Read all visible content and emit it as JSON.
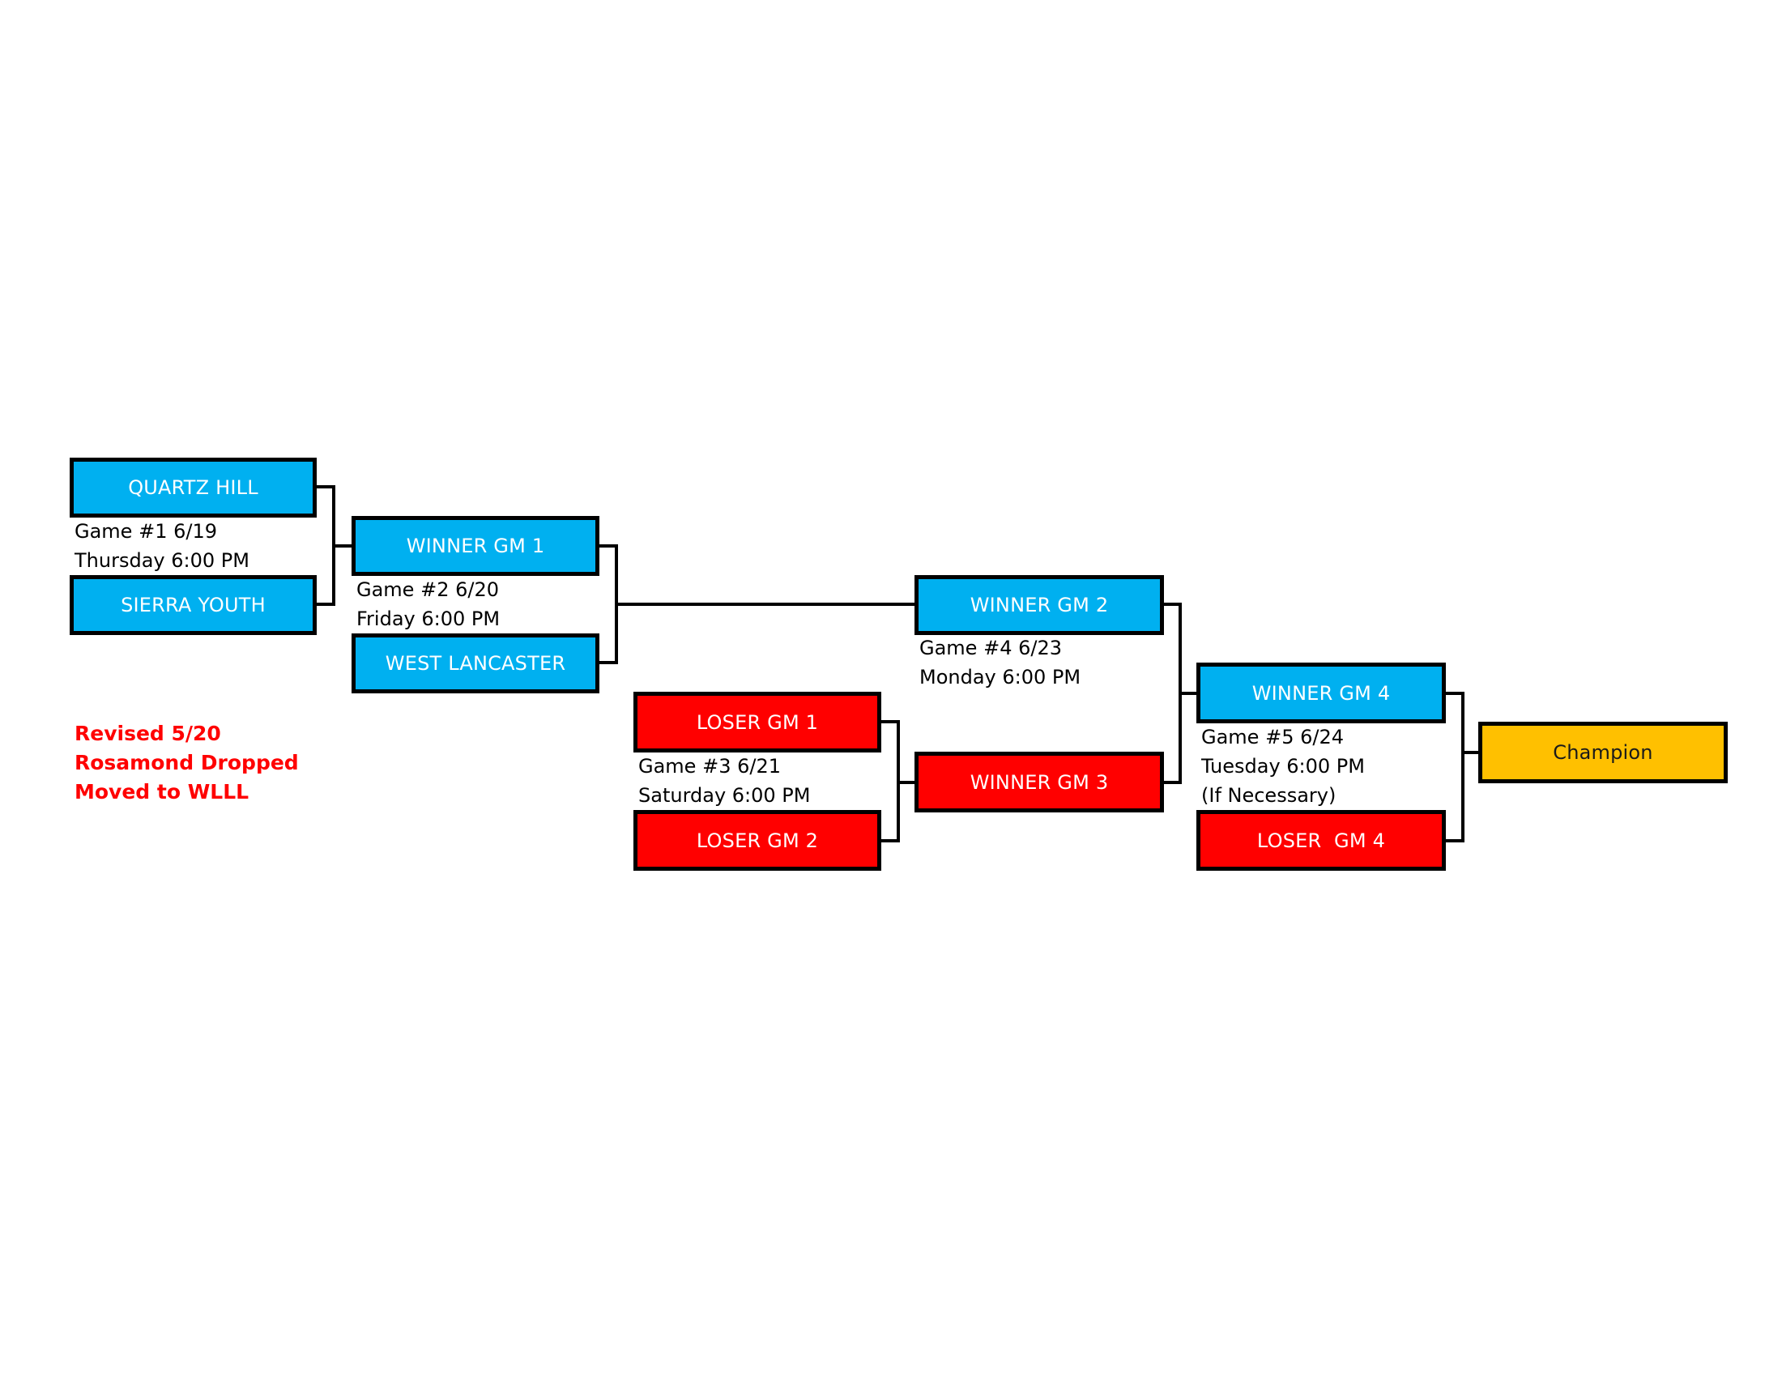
{
  "bracket": {
    "round1": {
      "team_top": "QUARTZ HILL",
      "team_bottom": "SIERRA YOUTH",
      "game_line1": "Game #1 6/19",
      "game_line2": "Thursday 6:00 PM"
    },
    "round2": {
      "team_top": "WINNER GM 1",
      "team_bottom": "WEST LANCASTER",
      "game_line1": "Game #2 6/20",
      "game_line2": "Friday 6:00 PM"
    },
    "losers_round": {
      "team_top": "LOSER GM 1",
      "team_bottom": "LOSER GM 2",
      "game_line1": "Game #3 6/21",
      "game_line2": "Saturday 6:00 PM"
    },
    "round4": {
      "team_top": "WINNER GM 2",
      "team_bottom": "WINNER GM 3",
      "game_line1": "Game #4 6/23",
      "game_line2": "Monday 6:00 PM"
    },
    "round5": {
      "team_top": "WINNER GM 4",
      "team_bottom": "LOSER  GM 4",
      "game_line1": "Game #5 6/24",
      "game_line2": "Tuesday 6:00 PM",
      "game_line3": "(If Necessary)"
    },
    "champion": "Champion"
  },
  "notes": {
    "line1": "Revised 5/20",
    "line2": "Rosamond Dropped",
    "line3": "Moved to WLLL"
  },
  "colors": {
    "winners_box": "#00b0f0",
    "losers_box": "#ff0000",
    "champion_box": "#ffc000",
    "note_text": "#ff0000",
    "lines": "#000000"
  }
}
